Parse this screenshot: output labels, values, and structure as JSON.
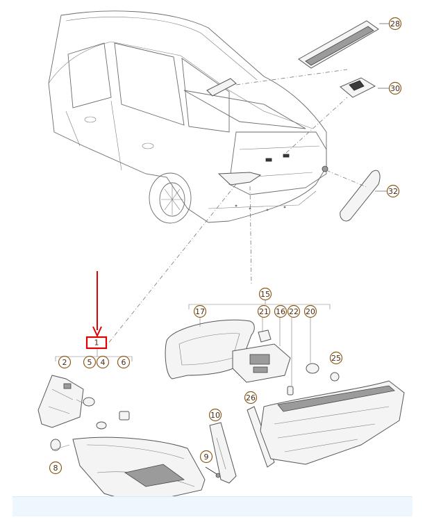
{
  "callouts": [
    {
      "key": "c28",
      "label": "28"
    },
    {
      "key": "c30",
      "label": "30"
    },
    {
      "key": "c32",
      "label": "32"
    },
    {
      "key": "c15",
      "label": "15"
    },
    {
      "key": "c17",
      "label": "17"
    },
    {
      "key": "c21",
      "label": "21"
    },
    {
      "key": "c16",
      "label": "16"
    },
    {
      "key": "c22",
      "label": "22"
    },
    {
      "key": "c20",
      "label": "20"
    },
    {
      "key": "c25",
      "label": "25"
    },
    {
      "key": "c26",
      "label": "26"
    },
    {
      "key": "c10",
      "label": "10"
    },
    {
      "key": "c9",
      "label": "9"
    },
    {
      "key": "c2",
      "label": "2"
    },
    {
      "key": "c5",
      "label": "5"
    },
    {
      "key": "c4",
      "label": "4"
    },
    {
      "key": "c6",
      "label": "6"
    },
    {
      "key": "c8",
      "label": "8"
    }
  ],
  "highlighted_part": {
    "label": "1",
    "highlight_color": "#e00000"
  },
  "colors": {
    "callout_stroke": "#8a5a1a",
    "arrow": "#e00000",
    "background_strip": "#eef7fd"
  }
}
